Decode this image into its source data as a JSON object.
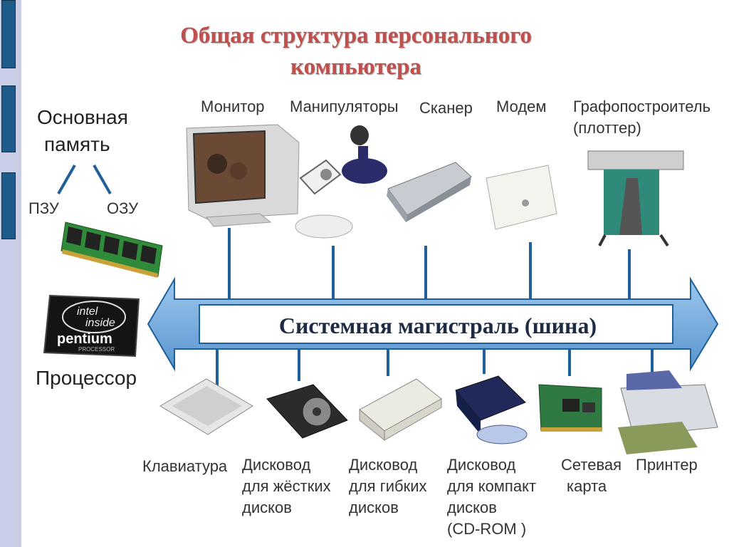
{
  "title": {
    "line1": "Общая структура персонального",
    "line2": "компьютера"
  },
  "bus": {
    "label": "Системная магистраль (шина)"
  },
  "memory": {
    "label_line1": "Основная",
    "label_line2": "память",
    "rom": "ПЗУ",
    "ram": "ОЗУ"
  },
  "processor": {
    "label": "Процессор",
    "chip_line1": "intel",
    "chip_line2": "inside",
    "chip_line3": "pentium",
    "chip_line4": "PROCESSOR"
  },
  "top_devices": [
    {
      "label": "Монитор"
    },
    {
      "label": "Манипуляторы"
    },
    {
      "label": "Сканер"
    },
    {
      "label": "Модем"
    },
    {
      "label_line1": "Графопостроитель",
      "label_line2": "(плоттер)"
    }
  ],
  "bottom_devices": [
    {
      "label": "Клавиатура"
    },
    {
      "label_line1": "Дисковод",
      "label_line2": "для жёстких",
      "label_line3": "дисков"
    },
    {
      "label_line1": "Дисковод",
      "label_line2": "для гибких",
      "label_line3": "дисков"
    },
    {
      "label_line1": "Дисковод",
      "label_line2": "для компакт",
      "label_line3": "дисков",
      "label_line4": "(CD-ROM )"
    },
    {
      "label_line1": "Сетевая",
      "label_line2": "карта"
    },
    {
      "label": "Принтер"
    }
  ],
  "colors": {
    "title": "#c0504d",
    "bus_fill": "#ffffff",
    "bus_arrow": "#6fa8dc",
    "bus_border": "#1f5f9a",
    "connector": "#1f5f9a"
  }
}
